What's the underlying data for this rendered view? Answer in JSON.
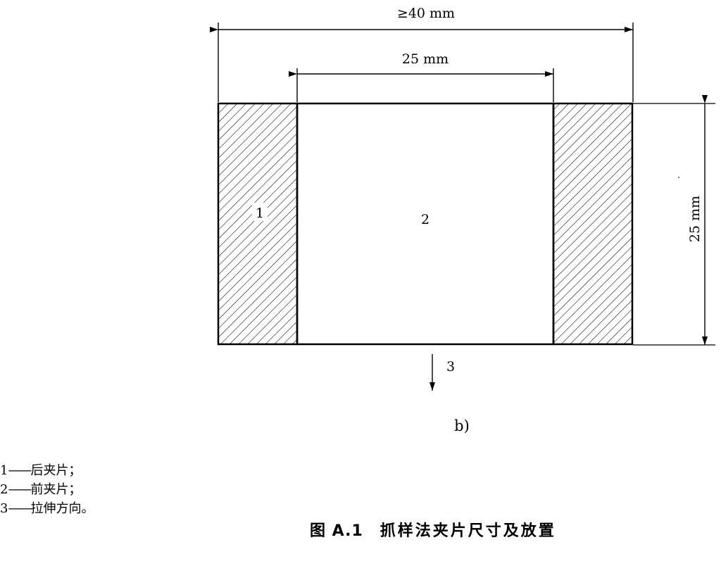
{
  "dimensions": {
    "overall_width": "≥40 mm",
    "specimen_width": "25 mm",
    "height": "25 mm"
  },
  "region_labels": {
    "back_jaw": "1",
    "front_jaw": "2",
    "direction": "3"
  },
  "subfigure_label": "b)",
  "legend": [
    {
      "num": "1",
      "dash": "——",
      "text": "后夹片；"
    },
    {
      "num": "2",
      "dash": "——",
      "text": "前夹片；"
    },
    {
      "num": "3",
      "dash": "——",
      "text": "拉伸方向。"
    }
  ],
  "caption": {
    "label": "图 A.1",
    "title": "抓样法夹片尺寸及放置"
  }
}
